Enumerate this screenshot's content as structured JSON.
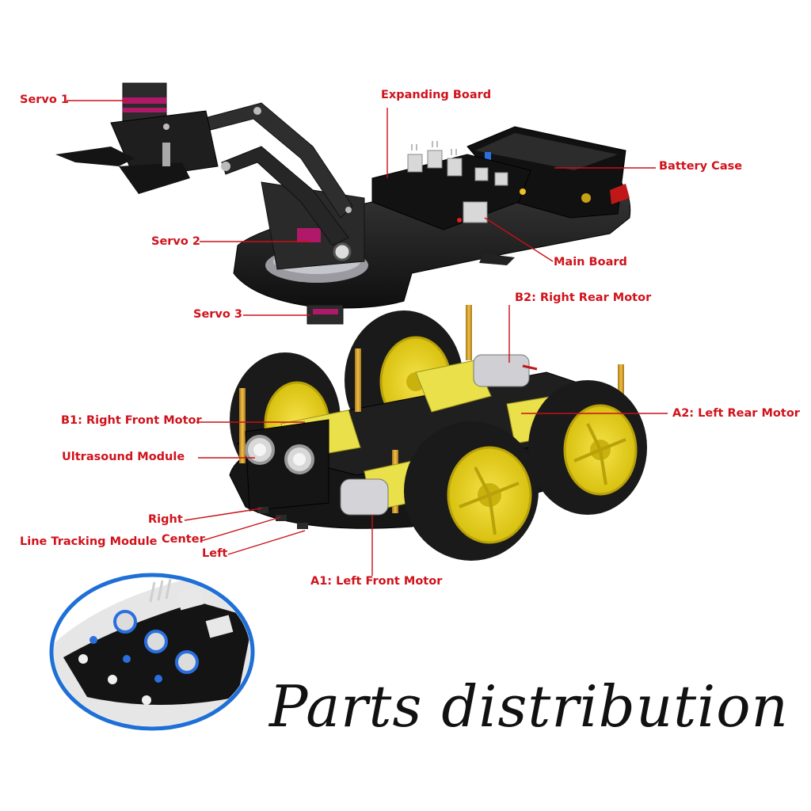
{
  "title": "Parts distribution",
  "labels": {
    "servo1": "Servo 1",
    "expanding_board": "Expanding Board",
    "battery_case": "Battery Case",
    "servo2": "Servo 2",
    "main_board": "Main Board",
    "servo3": "Servo 3",
    "b2": "B2: Right Rear Motor",
    "b1": "B1: Right Front Motor",
    "a2": "A2: Left Rear Motor",
    "ultrasound": "Ultrasound Module",
    "right": "Right",
    "center": "Center",
    "left": "Left",
    "line_tracking": "Line Tracking Module",
    "a1": "A1: Left Front Motor"
  },
  "colors": {
    "label": "#d0121b",
    "leader_line": "#c81018",
    "chassis": "#1b1b1b",
    "tire": "#1a1a1a",
    "hub": "#e8d21a",
    "motor": "#e9e04a",
    "inset_border": "#1e6fd6",
    "servo_stripe": "#b0186a"
  }
}
